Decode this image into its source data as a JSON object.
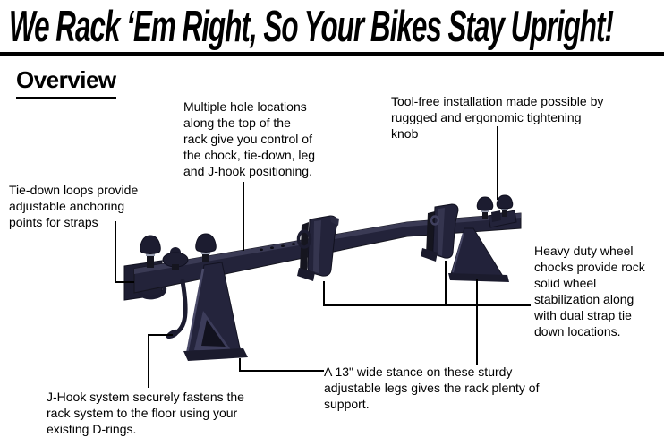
{
  "banner": {
    "headline": "We Rack ‘Em Right, So Your Bikes Stay Upright!"
  },
  "section": {
    "title": "Overview"
  },
  "illustration": {
    "subject": "adjustable floor bike rack with wheel chocks",
    "steel_color": "#23233a",
    "highlight_color": "#3a3a54",
    "callout_color": "#000000"
  },
  "annotations": {
    "multiple_holes": {
      "lines": [
        "Multiple hole locations",
        "along the top of the",
        "rack give you control of",
        "the chock, tie-down, leg",
        "and J-hook positioning."
      ]
    },
    "tool_free": {
      "lines": [
        "Tool-free installation made possible by",
        "ruggged and ergonomic tightening",
        "knob"
      ]
    },
    "tie_down": {
      "lines": [
        "Tie-down loops provide",
        "adjustable anchoring",
        "points for straps"
      ]
    },
    "heavy_duty": {
      "lines": [
        "Heavy duty wheel",
        "chocks provide rock",
        "solid wheel",
        "stabilization along",
        "with dual strap tie",
        "down locations."
      ]
    },
    "stance": {
      "lines": [
        "A 13\" wide stance on these sturdy",
        "adjustable legs gives the rack plenty of",
        "support."
      ]
    },
    "j_hook": {
      "lines": [
        "J-Hook system securely fastens the",
        "rack system to the floor using your",
        "existing D-rings."
      ]
    }
  }
}
